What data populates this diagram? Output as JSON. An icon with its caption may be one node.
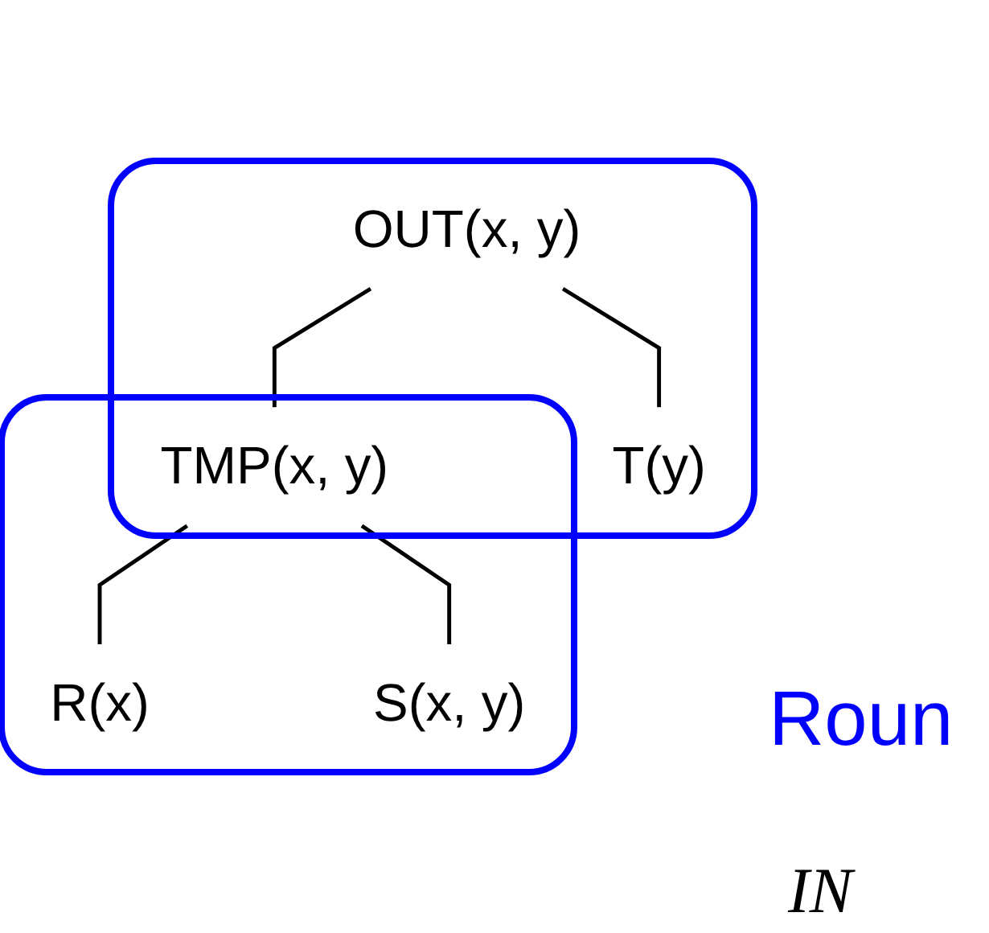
{
  "diagram": {
    "nodes": [
      {
        "text": [
          "OUT(x, y)"
        ]
      },
      {
        "text": [
          "TMP(x, y)"
        ]
      },
      {
        "text": [
          "T(y)"
        ]
      },
      {
        "text": [
          "R(x)"
        ]
      },
      {
        "text": [
          "S(x, y)"
        ]
      }
    ],
    "edges": [
      {
        "from": 0,
        "to": 1,
        "arrow": "none"
      },
      {
        "from": 0,
        "to": 2,
        "arrow": "none"
      },
      {
        "from": 1,
        "to": 3,
        "arrow": "none"
      },
      {
        "from": 1,
        "to": 4,
        "arrow": "none"
      }
    ],
    "labels": [
      "Roun",
      "IN"
    ]
  }
}
